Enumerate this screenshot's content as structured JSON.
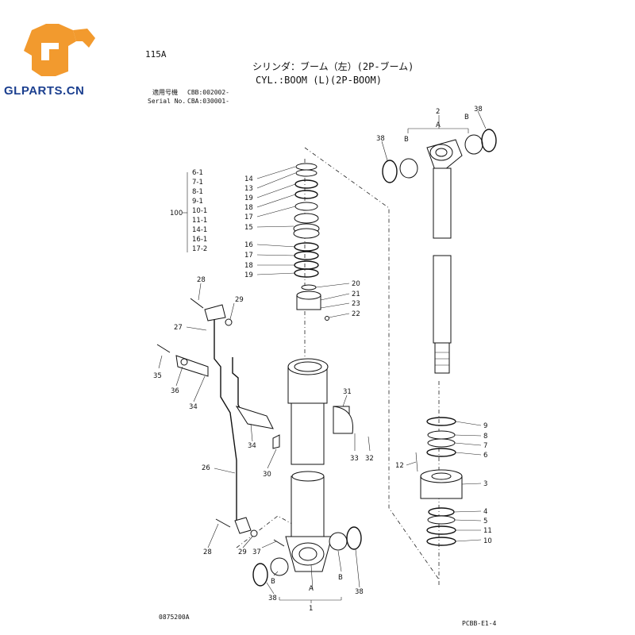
{
  "brand": {
    "name": "GLPARTS.CN",
    "color_orange": "#f29a2e",
    "color_blue": "#1b3f8f"
  },
  "header": {
    "page_id": "115A",
    "title_jp": "シリンダ：ブーム（左）(2P-ブーム)",
    "title_en": "CYL.:BOOM (L)(2P-BOOM)",
    "serial_label_jp": "適用号機",
    "serial_1": "CBB:002002-",
    "serial_label_en": "Serial No.",
    "serial_2": "CBA:030001-"
  },
  "kit": {
    "kit_no": "100",
    "items": [
      "6-1",
      "7-1",
      "8-1",
      "9-1",
      "10-1",
      "11-1",
      "14-1",
      "16-1",
      "17-2"
    ]
  },
  "callouts": [
    {
      "id": "c-2",
      "text": "2"
    },
    {
      "id": "c-38a",
      "text": "38"
    },
    {
      "id": "c-38b",
      "text": "38"
    },
    {
      "id": "c-A-top",
      "text": "A"
    },
    {
      "id": "c-B-top-l",
      "text": "B"
    },
    {
      "id": "c-B-top-r",
      "text": "B"
    },
    {
      "id": "c-14",
      "text": "14"
    },
    {
      "id": "c-13",
      "text": "13"
    },
    {
      "id": "c-19a",
      "text": "19"
    },
    {
      "id": "c-18a",
      "text": "18"
    },
    {
      "id": "c-17a",
      "text": "17"
    },
    {
      "id": "c-15",
      "text": "15"
    },
    {
      "id": "c-16",
      "text": "16"
    },
    {
      "id": "c-17b",
      "text": "17"
    },
    {
      "id": "c-18b",
      "text": "18"
    },
    {
      "id": "c-19b",
      "text": "19"
    },
    {
      "id": "c-20",
      "text": "20"
    },
    {
      "id": "c-21",
      "text": "21"
    },
    {
      "id": "c-23",
      "text": "23"
    },
    {
      "id": "c-22",
      "text": "22"
    },
    {
      "id": "c-28a",
      "text": "28"
    },
    {
      "id": "c-29a",
      "text": "29"
    },
    {
      "id": "c-27",
      "text": "27"
    },
    {
      "id": "c-35",
      "text": "35"
    },
    {
      "id": "c-36",
      "text": "36"
    },
    {
      "id": "c-34a",
      "text": "34"
    },
    {
      "id": "c-34b",
      "text": "34"
    },
    {
      "id": "c-31",
      "text": "31"
    },
    {
      "id": "c-33",
      "text": "33"
    },
    {
      "id": "c-32",
      "text": "32"
    },
    {
      "id": "c-30",
      "text": "30"
    },
    {
      "id": "c-26",
      "text": "26"
    },
    {
      "id": "c-28b",
      "text": "28"
    },
    {
      "id": "c-29b",
      "text": "29"
    },
    {
      "id": "c-37",
      "text": "37"
    },
    {
      "id": "c-38c",
      "text": "38"
    },
    {
      "id": "c-38d",
      "text": "38"
    },
    {
      "id": "c-B-bot-l",
      "text": "B"
    },
    {
      "id": "c-B-bot-r",
      "text": "B"
    },
    {
      "id": "c-A-bot",
      "text": "A"
    },
    {
      "id": "c-1",
      "text": "1"
    },
    {
      "id": "c-9",
      "text": "9"
    },
    {
      "id": "c-8",
      "text": "8"
    },
    {
      "id": "c-7",
      "text": "7"
    },
    {
      "id": "c-6",
      "text": "6"
    },
    {
      "id": "c-12",
      "text": "12"
    },
    {
      "id": "c-3",
      "text": "3"
    },
    {
      "id": "c-4",
      "text": "4"
    },
    {
      "id": "c-5",
      "text": "5"
    },
    {
      "id": "c-11",
      "text": "11"
    },
    {
      "id": "c-10",
      "text": "10"
    }
  ],
  "footer": {
    "drawing_no": "0875200A",
    "page_code": "PCBB-E1-4"
  }
}
